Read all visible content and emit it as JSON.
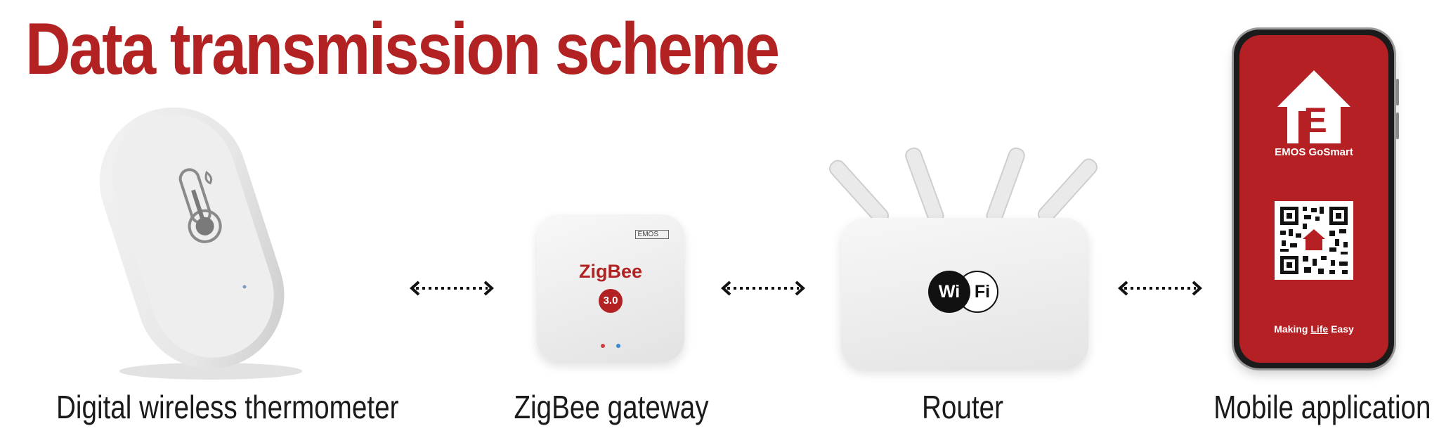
{
  "title": "Data transmission scheme",
  "devices": [
    {
      "label": "Digital wireless thermometer",
      "icon": "thermometer-sensor-icon"
    },
    {
      "label": "ZigBee gateway",
      "icon": "zigbee-gateway-icon"
    },
    {
      "label": "Router",
      "icon": "wifi-router-icon"
    },
    {
      "label": "Mobile application",
      "icon": "smartphone-icon"
    }
  ],
  "gateway": {
    "brand_tag": "EMOS",
    "logo_text": "ZigBee",
    "version": "3.0"
  },
  "router": {
    "wifi_left": "Wi",
    "wifi_right": "Fi"
  },
  "phone": {
    "app_name": "EMOS GoSmart",
    "tagline_pre": "Making ",
    "tagline_link": "Life",
    "tagline_post": " Easy",
    "logo_letter": "E"
  },
  "colors": {
    "brand_red": "#b22222",
    "device_white": "#ededed",
    "phone_red": "#b52024"
  }
}
